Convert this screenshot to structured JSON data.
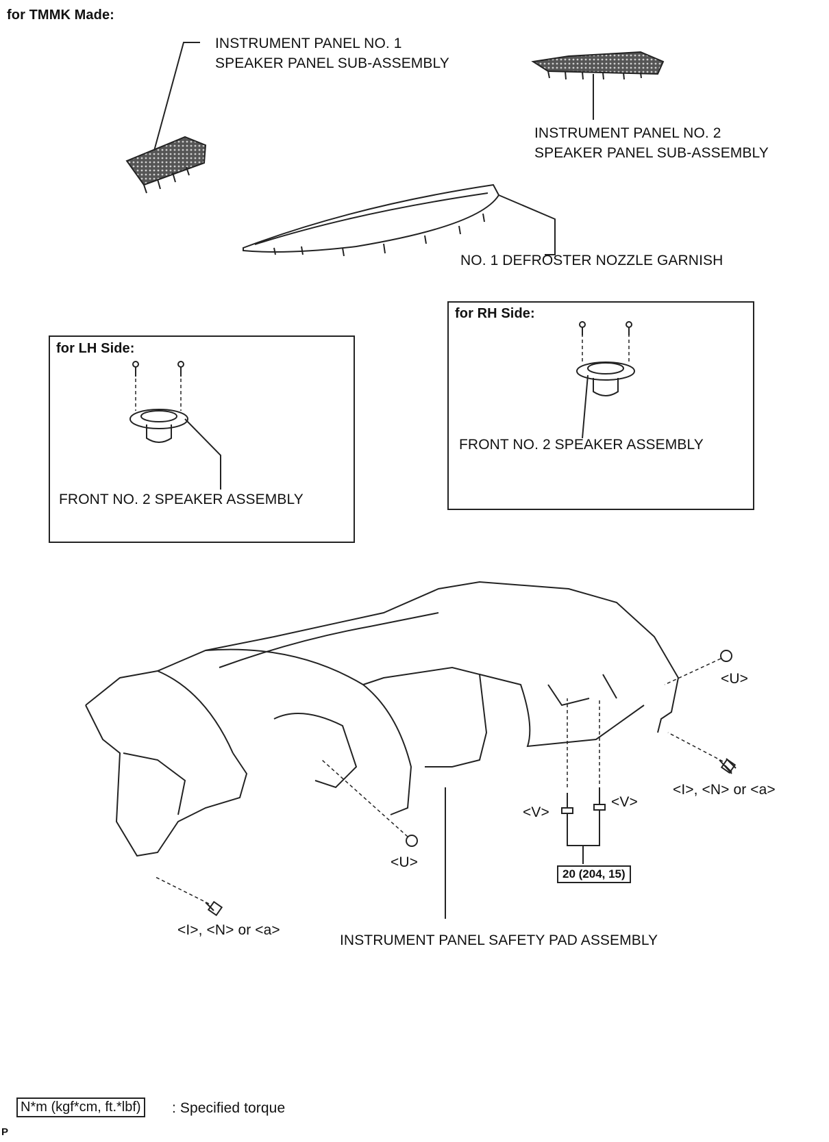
{
  "title": "for TMMK Made:",
  "parts": {
    "ip_no1_speaker_panel": [
      "INSTRUMENT PANEL NO. 1",
      "SPEAKER PANEL SUB-ASSEMBLY"
    ],
    "ip_no2_speaker_panel": [
      "INSTRUMENT PANEL NO. 2",
      "SPEAKER PANEL SUB-ASSEMBLY"
    ],
    "defroster_garnish": "NO. 1 DEFROSTER NOZZLE GARNISH",
    "safety_pad": "INSTRUMENT PANEL SAFETY PAD ASSEMBLY"
  },
  "lh_box": {
    "heading": "for LH Side:",
    "speaker": "FRONT NO. 2 SPEAKER ASSEMBLY"
  },
  "rh_box": {
    "heading": "for RH Side:",
    "speaker": "FRONT NO. 2 SPEAKER ASSEMBLY"
  },
  "fastener_codes": {
    "u_right": "<U>",
    "u_center": "<U>",
    "v_left": "<V>",
    "v_right": "<V>",
    "ina_right": "<I>, <N> or <a>",
    "ina_left": "<I>, <N> or <a>"
  },
  "torque_spec": "20 (204, 15)",
  "legend": {
    "box_text": "N*m (kgf*cm, ft.*lbf)",
    "desc": ": Specified torque"
  },
  "footer_code": "P"
}
